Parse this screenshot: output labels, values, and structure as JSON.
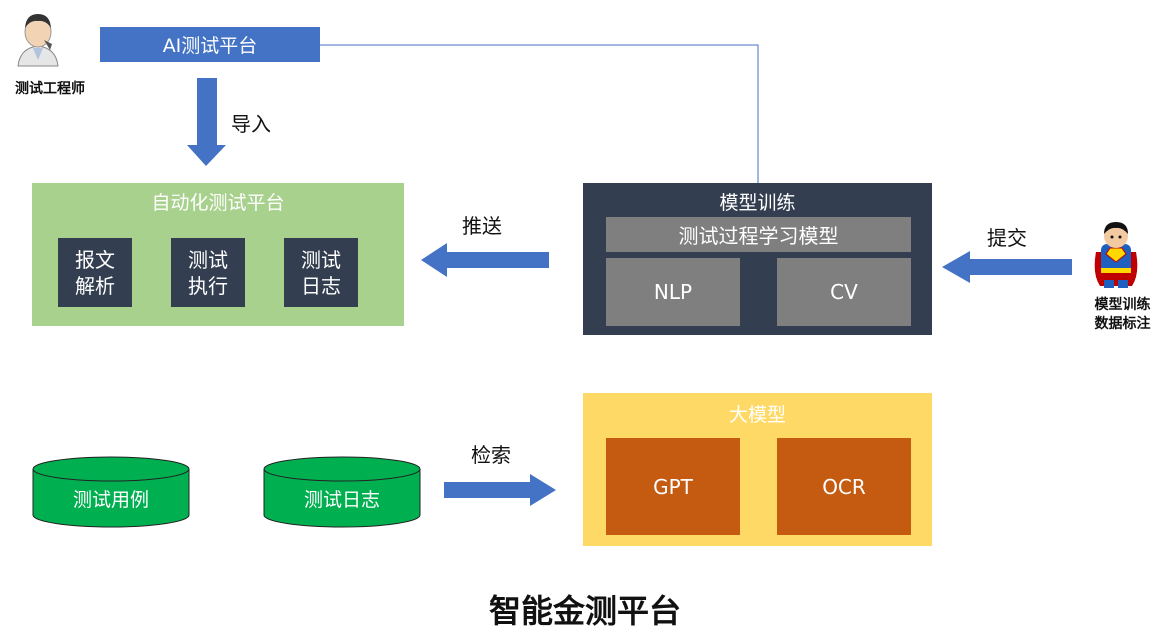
{
  "top_bar": {
    "label": "AI测试平台"
  },
  "tester": {
    "label": "测试工程师"
  },
  "annotator": {
    "label_line1": "模型训练",
    "label_line2": "数据标注"
  },
  "arrows": {
    "import_label": "导入",
    "push_label": "推送",
    "submit_label": "提交",
    "retrieve_label": "检索"
  },
  "auto_platform": {
    "title": "自动化测试平台",
    "modules": [
      {
        "line1": "报文",
        "line2": "解析"
      },
      {
        "line1": "测试",
        "line2": "执行"
      },
      {
        "line1": "测试",
        "line2": "日志"
      }
    ]
  },
  "training": {
    "title": "模型训练",
    "process_model": "测试过程学习模型",
    "nlp": "NLP",
    "cv": "CV"
  },
  "big_model": {
    "title": "大模型",
    "gpt": "GPT",
    "ocr": "OCR"
  },
  "databases": {
    "test_cases": "测试用例",
    "test_logs": "测试日志"
  },
  "footer": {
    "title": "智能金测平台"
  },
  "colors": {
    "blue": "#4472c4",
    "green": "#a9d18e",
    "dark_navy": "#333f50",
    "gray": "#7f7f7f",
    "yellow": "#ffd966",
    "orange": "#c55a11",
    "db_green": "#00b050"
  }
}
